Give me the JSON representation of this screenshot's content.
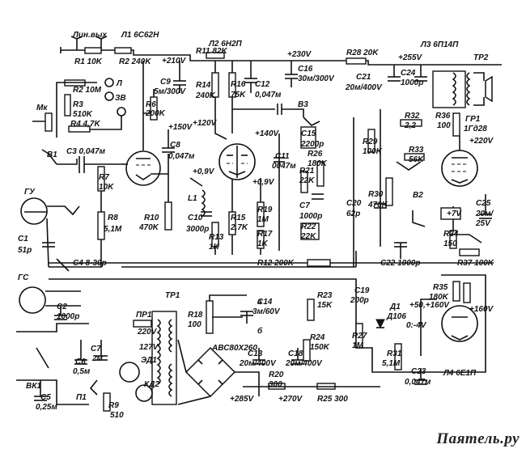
{
  "labels": {
    "lin_vyh": "Лин.вых",
    "l1": "Л1 6С62Н",
    "l2": "Л2 6Н2П",
    "l3": "Л3 6П14П",
    "l4": "Л4 6Е1П",
    "r1": "R1 10K",
    "r2": "R2 240K",
    "r11": "R11 82K",
    "r28": "R28 20K",
    "v210": "+210V",
    "v230": "+230V",
    "v255": "+255V",
    "tp2": "ТР2",
    "r2_10m": "R2 10M",
    "l_term": "Л",
    "zv_term": "ЗВ",
    "r3": "R3",
    "r3v": "510K",
    "mk": "Мк",
    "r4": "R4 4,7K",
    "v1": "В1",
    "c3": "С3 0,047м",
    "c9": "С9",
    "c9v": "5м/300V",
    "r6": "R6",
    "r6v": "200K",
    "v150": "+150V",
    "r14": "R14",
    "r14v": "240K",
    "r16": "R16",
    "r16v": "75K",
    "c12": "С12",
    "c12v": "0,047м",
    "c16": "С16",
    "c16v": "30м/300V",
    "c21": "С21",
    "c21v": "20м/400V",
    "c24": "С24",
    "c24v": "1000p",
    "b3": "В3",
    "v120": "+120V",
    "v140": "+140V",
    "c15": "С15",
    "c15v": "2200p",
    "r26": "R26",
    "r26v": "180K",
    "c11": "С11",
    "c11v": "0047м",
    "r21": "R21",
    "r21v": "22K",
    "c7": "С7",
    "c7v": "1000p",
    "r22": "R22",
    "r22v": "22K",
    "r29": "R29",
    "r29v": "100K",
    "r32": "R32",
    "r32v": "2,2",
    "r33": "R33",
    "r33v": "56K",
    "r36": "R36",
    "r36v": "100",
    "gr1": "ГР1",
    "gr1v": "1Гд28",
    "v220": "+220V",
    "c8": "С8",
    "c8v": "0,047м",
    "r7": "R7",
    "r7v": "10K",
    "gu": "ГУ",
    "v09a": "+0,9V",
    "v09b": "+0,9V",
    "l1coil": "L1",
    "c10": "С10",
    "c10v": "3000p",
    "r13": "R13",
    "r13v": "1K",
    "r15": "R15",
    "r15v": "2,7K",
    "r19": "R19",
    "r19v": "1M",
    "r17": "R17",
    "r17v": "1K",
    "r10": "R10",
    "r10v": "470K",
    "r8": "R8",
    "r8v": "5,1M",
    "c1": "С1",
    "c1v": "51p",
    "c4": "С4 8-30p",
    "r12": "R12 200K",
    "c20": "С20",
    "c20v": "62p",
    "r30": "R30",
    "r30v": "470K",
    "b2": "В2",
    "c25": "С25",
    "c25v": "20м/",
    "c25v2": "25V",
    "v7": "+7V",
    "r34": "R34",
    "r34v": "150",
    "c22": "С22 1000p",
    "r37": "R37 100K",
    "gs": "ГС",
    "c2": "С2",
    "c2v": "1000p",
    "tp1": "ТР1",
    "pr1": "ПР1",
    "v220b": "220V",
    "v127": "127V",
    "c14": "С14",
    "c14v": "3м/60V",
    "r23": "R23",
    "r23v": "15K",
    "r18": "R18",
    "r18v": "100",
    "c19": "С19",
    "c19v": "200p",
    "r35": "R35",
    "r35v": "180K",
    "v50_160": "+50,+160V",
    "v160": "+160V",
    "abc": "АВС80Х260",
    "c13": "С13",
    "c13v": "20м/400V",
    "c18": "С18",
    "c18v": "20м/400V",
    "r24": "R24",
    "r24v": "150K",
    "r27": "R27",
    "r27v": "1М",
    "d1": "Д1",
    "d1v": "Д106",
    "v04": "0:-4V",
    "r31": "R31",
    "r31v": "5,1М",
    "c23": "С23",
    "c23v": "0,047м",
    "c6": "С6",
    "c6v": "0,5м",
    "c7b": "С7",
    "c7bv": "2м",
    "ed1": "ЭД1",
    "kd2": "КД2",
    "vk1": "ВК1",
    "c5": "С5",
    "c5v": "0,25м",
    "p1": "П1",
    "r9": "R9",
    "r9v": "510",
    "r20": "R20",
    "r20v": "300",
    "v285": "+285V",
    "v270": "+270V",
    "r25": "R25 300",
    "a1": "а",
    "b1": "б"
  },
  "watermark": "Паяmель.ру"
}
